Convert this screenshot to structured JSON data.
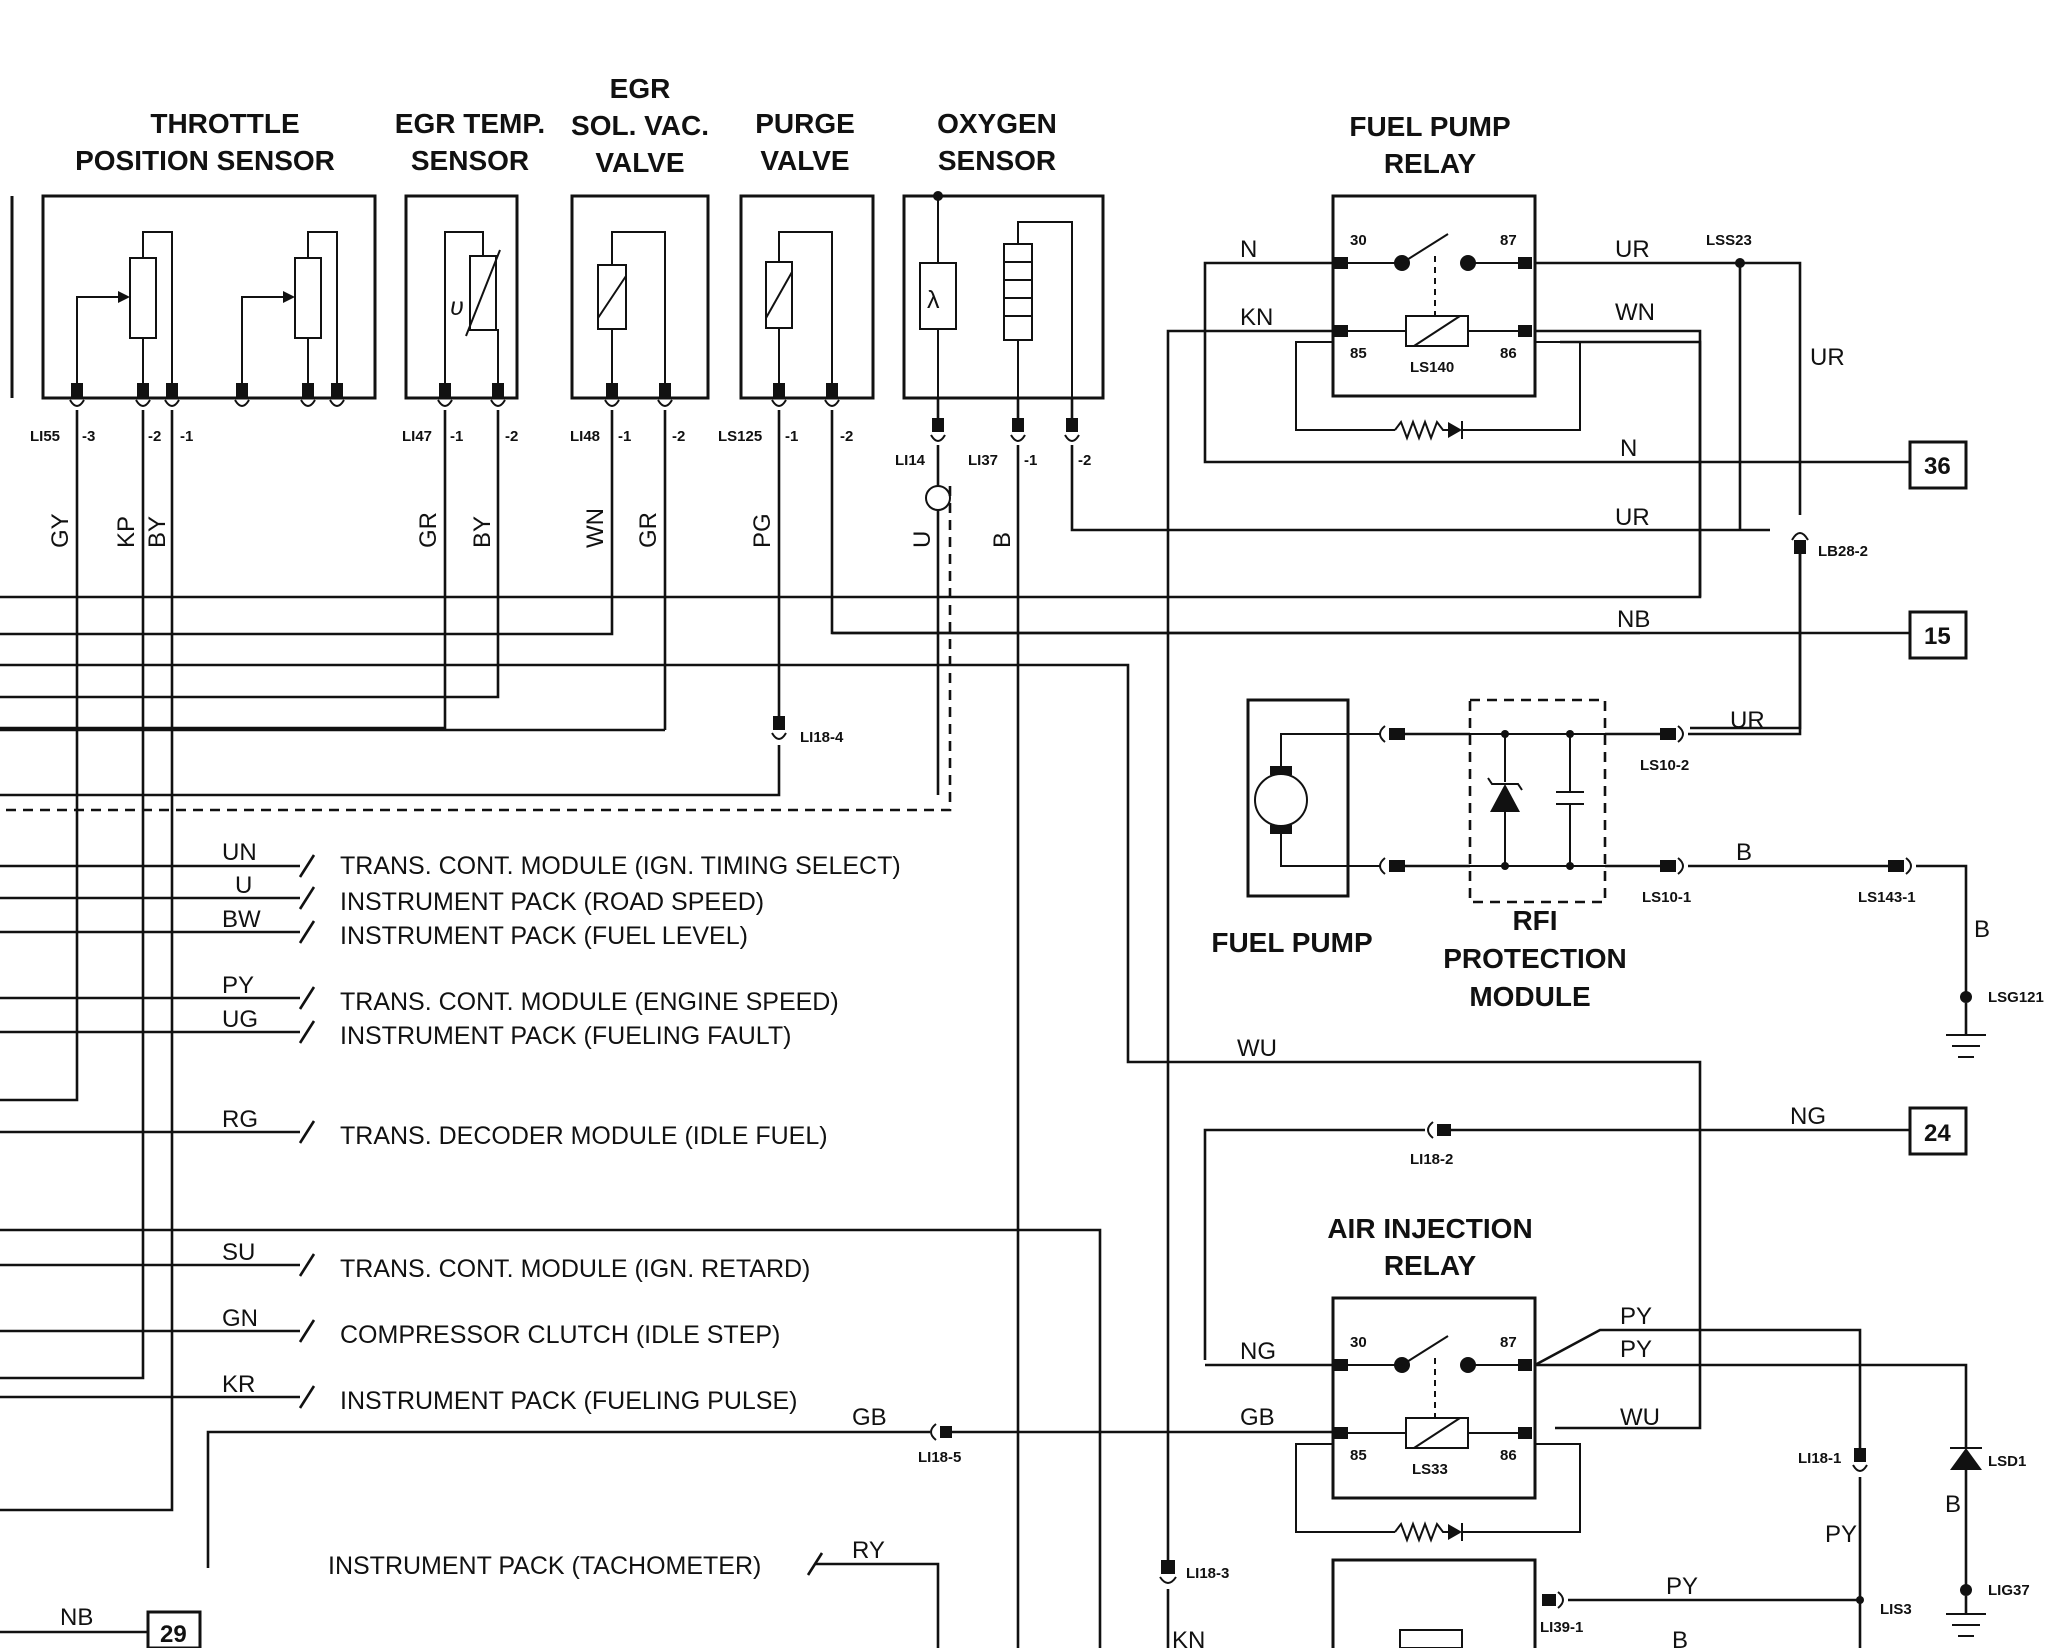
{
  "components": {
    "throttle_position_sensor": {
      "title_line1": "THROTTLE",
      "title_line2": "POSITION SENSOR",
      "connector": "LI55",
      "pins": [
        "-3",
        "-2",
        "-1"
      ],
      "wires": [
        "GY",
        "KP",
        "BY"
      ]
    },
    "egr_temp_sensor": {
      "title_line1": "EGR TEMP.",
      "title_line2": "SENSOR",
      "connector": "LI47",
      "pins": [
        "-1",
        "-2"
      ],
      "wires": [
        "GR",
        "BY"
      ]
    },
    "egr_sol_vac_valve": {
      "title_line1": "EGR",
      "title_line2": "SOL. VAC.",
      "title_line3": "VALVE",
      "connector": "LI48",
      "pins": [
        "-1",
        "-2"
      ],
      "wires": [
        "WN",
        "GR"
      ]
    },
    "purge_valve": {
      "title_line1": "PURGE",
      "title_line2": "VALVE",
      "connector": "LS125",
      "pins": [
        "-1",
        "-2"
      ],
      "wires": [
        "PG"
      ]
    },
    "oxygen_sensor": {
      "title_line1": "OXYGEN",
      "title_line2": "SENSOR",
      "connector1": "LI14",
      "connector2": "LI37",
      "pins": [
        "-1",
        "-2"
      ],
      "wires": [
        "U",
        "B"
      ],
      "symbol": "λ"
    },
    "fuel_pump_relay": {
      "title_line1": "FUEL PUMP",
      "title_line2": "RELAY",
      "coil": "LS140",
      "terminals": [
        "30",
        "87",
        "85",
        "86"
      ]
    },
    "fuel_pump": {
      "title": "FUEL PUMP"
    },
    "rfi_module": {
      "title_line1": "RFI",
      "title_line2": "PROTECTION",
      "title_line3": "MODULE"
    },
    "air_injection_relay": {
      "title_line1": "AIR INJECTION",
      "title_line2": "RELAY",
      "coil": "LS33",
      "terminals": [
        "30",
        "87",
        "85",
        "86"
      ]
    }
  },
  "signals": [
    {
      "wire": "UN",
      "label": "TRANS. CONT. MODULE (IGN. TIMING SELECT)"
    },
    {
      "wire": "U",
      "label": "INSTRUMENT PACK (ROAD SPEED)"
    },
    {
      "wire": "BW",
      "label": "INSTRUMENT PACK (FUEL LEVEL)"
    },
    {
      "wire": "PY",
      "label": "TRANS. CONT. MODULE (ENGINE SPEED)"
    },
    {
      "wire": "UG",
      "label": "INSTRUMENT PACK (FUELING FAULT)"
    },
    {
      "wire": "RG",
      "label": "TRANS. DECODER MODULE (IDLE FUEL)"
    },
    {
      "wire": "SU",
      "label": "TRANS. CONT. MODULE (IGN. RETARD)"
    },
    {
      "wire": "GN",
      "label": "COMPRESSOR CLUTCH (IDLE STEP)"
    },
    {
      "wire": "KR",
      "label": "INSTRUMENT PACK (FUELING PULSE)"
    }
  ],
  "tachometer": {
    "label": "INSTRUMENT PACK (TACHOMETER)",
    "wire": "RY"
  },
  "terminals": [
    "36",
    "15",
    "24",
    "29"
  ],
  "wire_labels": {
    "n_top": "N",
    "kn": "KN",
    "ur_top": "UR",
    "wn": "WN",
    "ur_right": "UR",
    "n_36": "N",
    "ur_mid": "UR",
    "nb_15": "NB",
    "ur_rfi": "UR",
    "b_rfi": "B",
    "b_ground": "B",
    "wu_top": "WU",
    "ng_24": "NG",
    "ng_relay": "NG",
    "gb_relay": "GB",
    "gb_left": "GB",
    "py1": "PY",
    "py2": "PY",
    "wu_relay": "WU",
    "b_diode": "B",
    "py_down": "PY",
    "py_bottom": "PY",
    "b_bottom": "B",
    "nb_29": "NB",
    "kn_bottom": "KN"
  },
  "connectors": {
    "lss23": "LSS23",
    "lb28_2": "LB28-2",
    "li18_4": "LI18-4",
    "ls10_2": "LS10-2",
    "ls10_1": "LS10-1",
    "ls143_1": "LS143-1",
    "lsg121": "LSG121",
    "li18_2": "LI18-2",
    "li18_5": "LI18-5",
    "li18_3": "LI18-3",
    "li18_1": "LI18-1",
    "lsd1": "LSD1",
    "lig37": "LIG37",
    "ls3": "LIS3",
    "li39_1": "LI39-1"
  }
}
